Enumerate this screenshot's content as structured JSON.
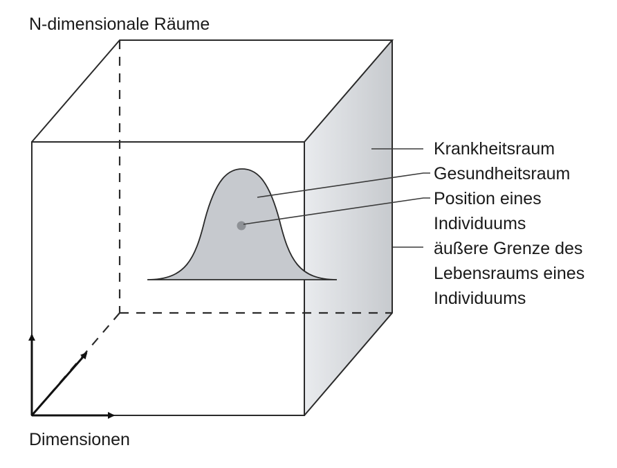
{
  "title": "N-dimensionale Räume",
  "axis_label": "Dimensionen",
  "labels": {
    "disease_space": "Krankheitsraum",
    "health_space": "Gesundheitsraum",
    "individual_position_line1": "Position eines",
    "individual_position_line2": "Individuums",
    "outer_boundary_line1": "äußere Grenze des",
    "outer_boundary_line2": "Lebensraums eines",
    "outer_boundary_line3": "Individuums"
  },
  "colors": {
    "line": "#2a2a2a",
    "side_face": "#d2d5da",
    "bell_fill": "#c6c9ce",
    "dot": "#8e9196"
  }
}
